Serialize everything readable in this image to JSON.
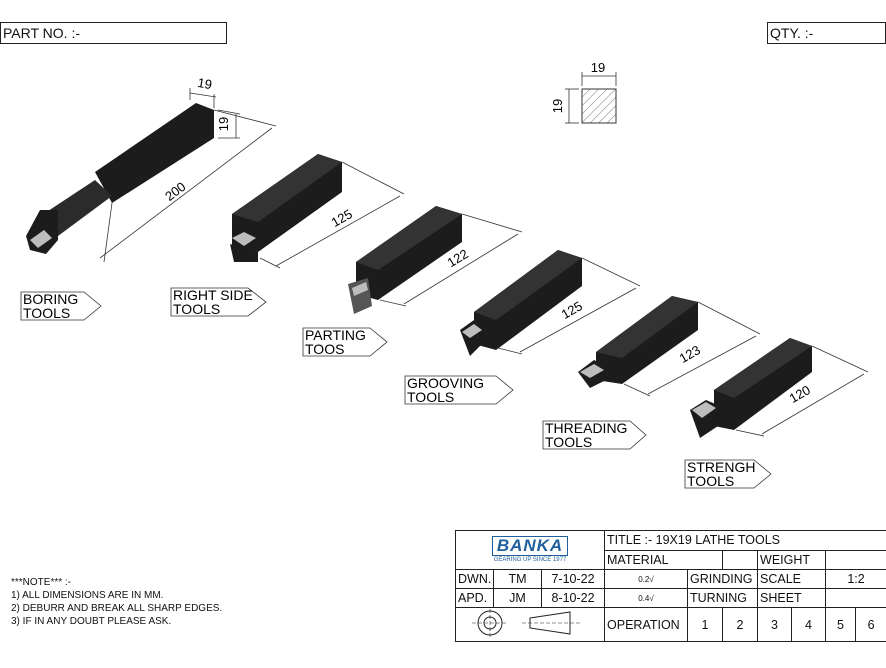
{
  "header": {
    "part_no_label": "PART NO. :-",
    "qty_label": "QTY. :-"
  },
  "section": {
    "width": "19",
    "height": "19"
  },
  "tools": [
    {
      "name": "boring",
      "label_line1": "BORING",
      "label_line2": "TOOLS",
      "length": "200",
      "shank_width": "19",
      "shank_height": "19"
    },
    {
      "name": "right-side",
      "label_line1": "RIGHT SIDE",
      "label_line2": "TOOLS",
      "length": "125"
    },
    {
      "name": "parting",
      "label_line1": "PARTING",
      "label_line2": "TOOS",
      "length": "122"
    },
    {
      "name": "grooving",
      "label_line1": "GROOVING",
      "label_line2": "TOOLS",
      "length": "125"
    },
    {
      "name": "threading",
      "label_line1": "THREADING",
      "label_line2": "TOOLS",
      "length": "123"
    },
    {
      "name": "strength",
      "label_line1": "STRENGH",
      "label_line2": "TOOLS",
      "length": "120"
    }
  ],
  "notes": {
    "heading": "***NOTE*** :-",
    "items": [
      "1)  ALL DIMENSIONS ARE IN MM.",
      "2)  DEBURR AND BREAK ALL SHARP EDGES.",
      "3)  IF IN ANY DOUBT  PLEASE  ASK."
    ]
  },
  "title_block": {
    "logo_text": "BANKA",
    "logo_tagline": "GEARING UP SINCE 1977",
    "title": "TITLE :-  19X19 LATHE TOOLS",
    "material_label": "MATERIAL",
    "weight_label": "WEIGHT",
    "dwn_label": "DWN.",
    "dwn_by": "TM",
    "dwn_date": "7-10-22",
    "apd_label": "APD.",
    "apd_by": "JM",
    "apd_date": "8-10-22",
    "finish_1": "0.2",
    "finish_2": "0.4",
    "grinding_label": "GRINDING",
    "turning_label": "TURNING",
    "scale_label": "SCALE",
    "scale_value": "1:2",
    "sheet_label": "SHEET",
    "operation_label": "OPERATION",
    "operations": [
      "1",
      "2",
      "3",
      "4",
      "5",
      "6"
    ]
  },
  "colors": {
    "tool": "#1c1c1c",
    "tool_face": "#3a3a3a",
    "insert": "#bdbdbd",
    "logo": "#1f5f9e"
  }
}
